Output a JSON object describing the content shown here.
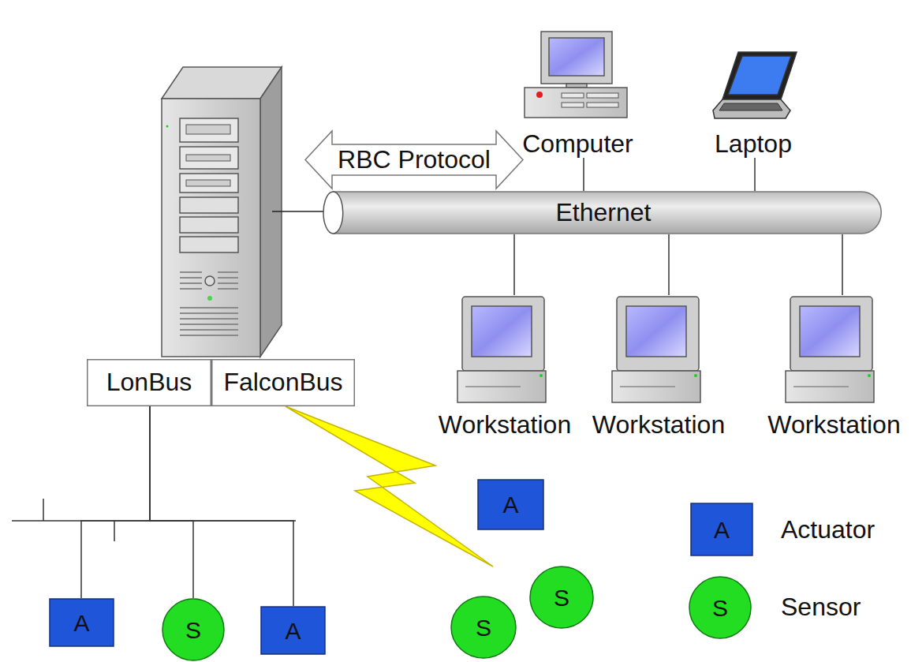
{
  "diagram": {
    "nodes": [
      {
        "text": [
          "RBC Protocol"
        ]
      },
      {
        "text": [
          "Computer"
        ]
      },
      {
        "text": [
          "Laptop"
        ]
      },
      {
        "text": [
          "Ethernet"
        ]
      },
      {
        "text": [
          "Workstation"
        ]
      },
      {
        "text": [
          "Workstation"
        ]
      },
      {
        "text": [
          "Workstation"
        ]
      },
      {
        "text": [
          "LonBus"
        ]
      },
      {
        "text": [
          "FalconBus"
        ]
      },
      {
        "text": [
          "A"
        ]
      },
      {
        "text": [
          "A"
        ]
      },
      {
        "text": [
          "S"
        ]
      },
      {
        "text": [
          "A"
        ]
      },
      {
        "text": [
          "S"
        ]
      },
      {
        "text": [
          "A"
        ]
      },
      {
        "text": [
          "S"
        ]
      },
      {
        "text": [
          "S"
        ]
      }
    ],
    "edges": [
      {
        "from": 3,
        "to": 1,
        "arrow": "none"
      },
      {
        "from": 3,
        "to": 2,
        "arrow": "none"
      },
      {
        "from": 3,
        "to": 4,
        "arrow": "none"
      },
      {
        "from": 3,
        "to": 5,
        "arrow": "none"
      },
      {
        "from": 3,
        "to": 6,
        "arrow": "none"
      },
      {
        "from": 7,
        "to": 12,
        "arrow": "none"
      },
      {
        "from": 7,
        "to": 13,
        "arrow": "none"
      },
      {
        "from": 7,
        "to": 14,
        "arrow": "none"
      }
    ],
    "legend": [
      {
        "text": "Actuator"
      },
      {
        "text": "Sensor"
      }
    ]
  }
}
